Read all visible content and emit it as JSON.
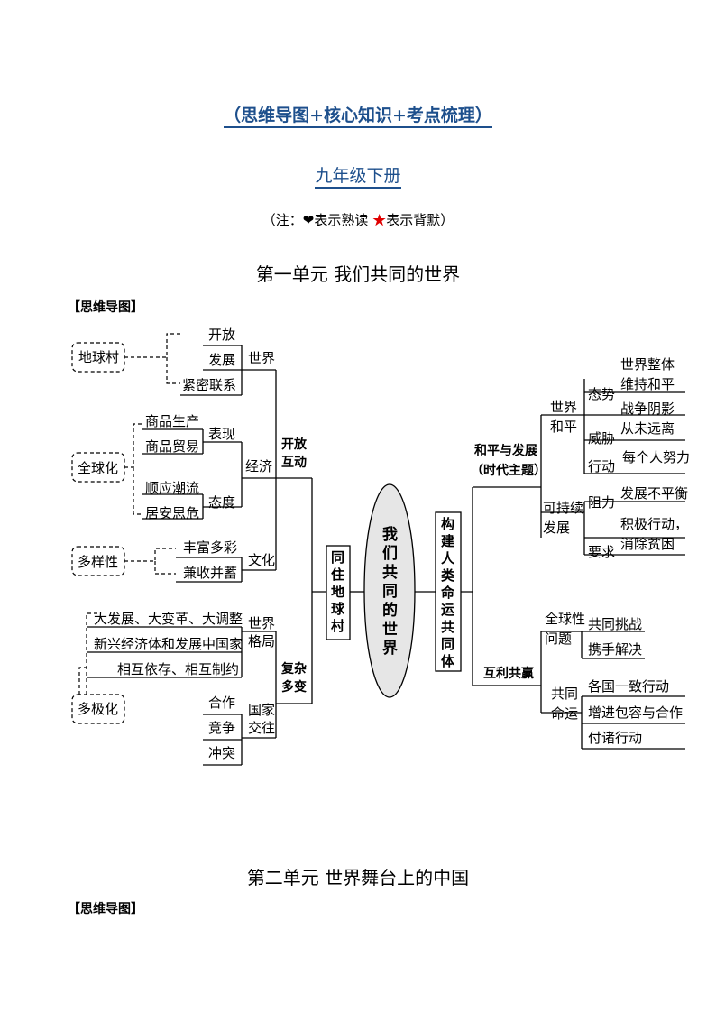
{
  "header": {
    "subtitle": "（思维导图+核心知识+考点梳理）",
    "grade": "九年级下册",
    "note_prefix": "（注：",
    "note_heart": "❤",
    "note_heart_text": "表示熟读",
    "note_star": "★",
    "note_star_text": "表示背默）"
  },
  "unit1": {
    "title": "第一单元    我们共同的世界",
    "section_label": "【思维导图】",
    "center": [
      "我",
      "们",
      "共",
      "同",
      "的",
      "世",
      "界"
    ],
    "left_main": [
      "同",
      "住",
      "地",
      "球",
      "村"
    ],
    "right_main": [
      "构",
      "建",
      "人",
      "类",
      "命",
      "运",
      "共",
      "同",
      "体"
    ],
    "left": {
      "open": [
        "开放",
        "互动"
      ],
      "complex": [
        "复杂",
        "多变"
      ],
      "world": "世界",
      "economy": "经济",
      "culture": "文化",
      "world_pattern": [
        "世界",
        "格局"
      ],
      "intl": [
        "国家",
        "交往"
      ],
      "global_village": "地球村",
      "globalization": "全球化",
      "diversity": "多样性",
      "multipolar": "多极化",
      "gv_items": [
        "开放",
        "发展",
        "紧密联系"
      ],
      "show": "表现",
      "attitude": "态度",
      "show_items": [
        "商品生产",
        "商品贸易"
      ],
      "attitude_items": [
        "顺应潮流",
        "居安思危"
      ],
      "culture_items": [
        "丰富多彩",
        "兼收并蓄"
      ],
      "pattern_items": [
        "大发展、大变革、大调整",
        "新兴经济体和发展中国家",
        "相互依存、相互制约"
      ],
      "intl_items": [
        "合作",
        "竞争",
        "冲突"
      ]
    },
    "right": {
      "peace_dev": "和平与发展",
      "era_theme": "（时代主题）",
      "mutual": "互利共赢",
      "world_peace": [
        "世界",
        "和平"
      ],
      "sustainable": [
        "可持续",
        "发展"
      ],
      "situation": "态势",
      "threat": "威胁",
      "action": "行动",
      "obstacle": "阻力",
      "requirement": "要求",
      "situation_items": [
        "世界整体",
        "维持和平"
      ],
      "threat_items": [
        "战争阴影",
        "从未远离"
      ],
      "action_items": [
        "每个人努力"
      ],
      "obstacle_items": [
        "发展不平衡"
      ],
      "requirement_items": [
        "积极行动，",
        "消除贫困"
      ],
      "global_issue": [
        "全球性",
        "问题"
      ],
      "common_fate": [
        "共同",
        "命运"
      ],
      "issue_items": [
        "共同挑战",
        "携手解决"
      ],
      "fate_items": [
        "各国一致行动",
        "增进包容与合作",
        "付诸行动"
      ]
    }
  },
  "unit2": {
    "title": "第二单元    世界舞台上的中国",
    "section_label": "【思维导图】"
  }
}
